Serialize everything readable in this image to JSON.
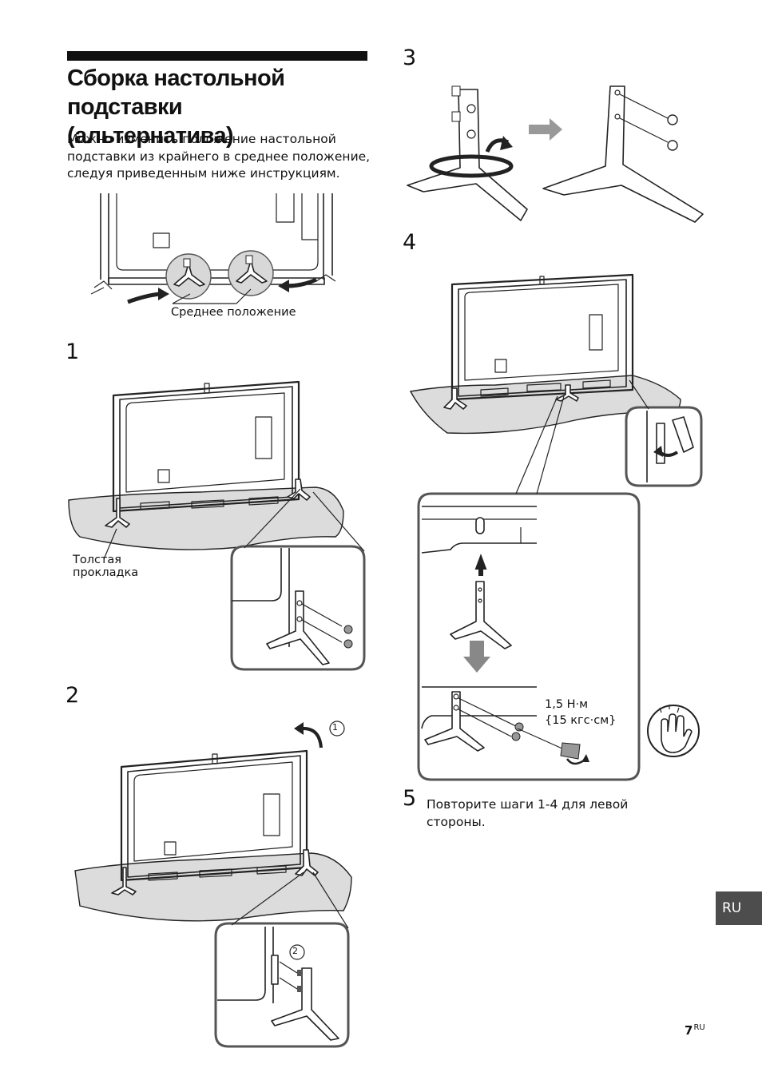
{
  "title": "Сборка настольной подставки\n(альтернатива)",
  "intro": "Можно изменить положение настольной\nподставки из крайнего в среднее положение,\nследуя приведенным ниже инструкциям.",
  "middle_position_label": "Среднее положение",
  "steps": [
    {
      "number": "1",
      "callout": "Толстая\nпрокладка"
    },
    {
      "number": "2",
      "marker_1": "1",
      "marker_2": "2"
    },
    {
      "number": "3"
    },
    {
      "number": "4",
      "torque": "1,5 Н·м\n{15 кгс·см}"
    },
    {
      "number": "5",
      "text": "Повторите шаги 1-4 для левой\nстороны."
    }
  ],
  "language_tab": "RU",
  "page_number": "7",
  "page_number_suffix": "RU",
  "icons": [
    "arrow-right-icon",
    "rotate-arrow-icon",
    "screwdriver-icon",
    "hand-caution-icon"
  ]
}
